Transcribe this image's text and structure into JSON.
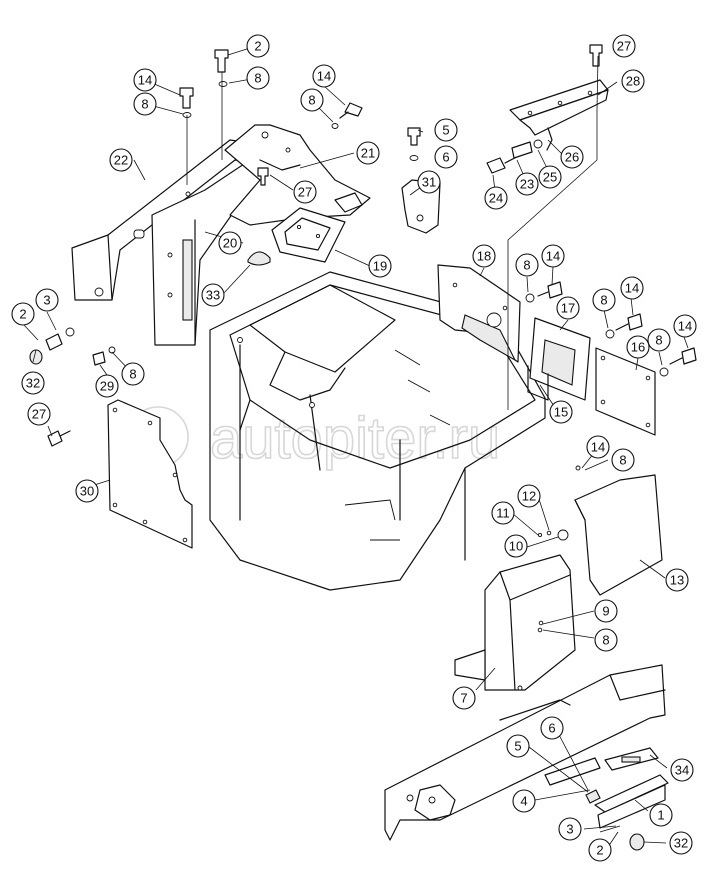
{
  "watermark": "autopiter.ru",
  "callouts": [
    "1",
    "2",
    "3",
    "4",
    "5",
    "6",
    "7",
    "8",
    "9",
    "10",
    "11",
    "12",
    "13",
    "14",
    "15",
    "16",
    "17",
    "18",
    "19",
    "20",
    "21",
    "22",
    "23",
    "24",
    "25",
    "26",
    "27",
    "28",
    "29",
    "30",
    "31",
    "32",
    "33",
    "34"
  ]
}
